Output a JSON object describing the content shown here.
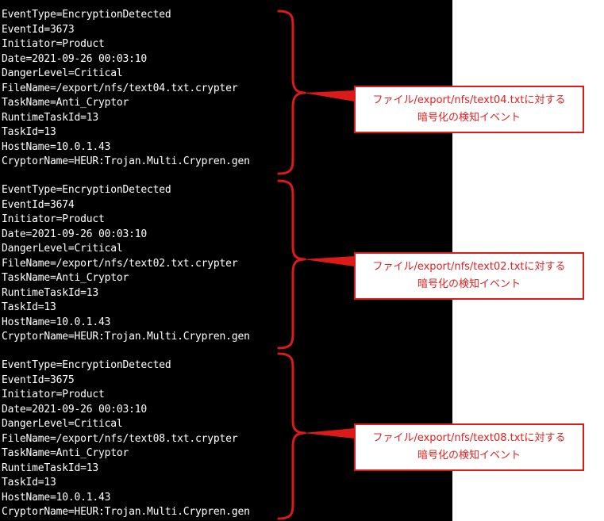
{
  "terminal": {
    "events": [
      {
        "lines": [
          "EventType=EncryptionDetected",
          "EventId=3673",
          "Initiator=Product",
          "Date=2021-09-26 00:03:10",
          "DangerLevel=Critical",
          "FileName=/export/nfs/text04.txt.crypter",
          "TaskName=Anti_Cryptor",
          "RuntimeTaskId=13",
          "TaskId=13",
          "HostName=10.0.1.43",
          "CryptorName=HEUR:Trojan.Multi.Crypren.gen"
        ]
      },
      {
        "lines": [
          "EventType=EncryptionDetected",
          "EventId=3674",
          "Initiator=Product",
          "Date=2021-09-26 00:03:10",
          "DangerLevel=Critical",
          "FileName=/export/nfs/text02.txt.crypter",
          "TaskName=Anti_Cryptor",
          "RuntimeTaskId=13",
          "TaskId=13",
          "HostName=10.0.1.43",
          "CryptorName=HEUR:Trojan.Multi.Crypren.gen"
        ]
      },
      {
        "lines": [
          "EventType=EncryptionDetected",
          "EventId=3675",
          "Initiator=Product",
          "Date=2021-09-26 00:03:10",
          "DangerLevel=Critical",
          "FileName=/export/nfs/text08.txt.crypter",
          "TaskName=Anti_Cryptor",
          "RuntimeTaskId=13",
          "TaskId=13",
          "HostName=10.0.1.43",
          "CryptorName=HEUR:Trojan.Multi.Crypren.gen"
        ]
      }
    ]
  },
  "callouts": [
    {
      "line1": "ファイル/export/nfs/text04.txtに対する",
      "line2": "暗号化の検知イベント"
    },
    {
      "line1": "ファイル/export/nfs/text02.txtに対する",
      "line2": "暗号化の検知イベント"
    },
    {
      "line1": "ファイル/export/nfs/text08.txtに対する",
      "line2": "暗号化の検知イベント"
    }
  ],
  "colors": {
    "terminal_background": "#000000",
    "terminal_text": "#ffffff",
    "annotation_red": "#dd1a1a"
  }
}
